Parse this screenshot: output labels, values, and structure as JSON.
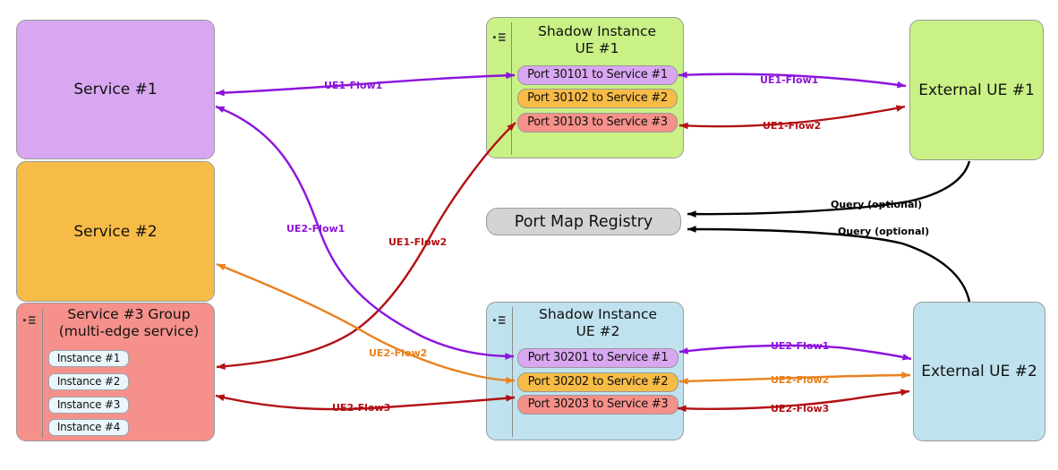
{
  "colors": {
    "purple_fill": "#D9A7F2",
    "orange_fill": "#F7BC47",
    "salmon_fill": "#F5918A",
    "green_fill": "#C9F185",
    "blue_fill": "#BFE2EE",
    "instance_fill": "#EAF6FB",
    "registry_fill": "#D4D4D4",
    "edge_purple": "#8C14DC",
    "edge_orange": "#E8821E",
    "edge_red": "#B21014",
    "edge_black": "#000000"
  },
  "nodes": {
    "service1": {
      "label": "Service #1"
    },
    "service2": {
      "label": "Service #2"
    },
    "service3_group": {
      "title_line1": "Service #3 Group",
      "title_line2": "(multi-edge service)",
      "instances": [
        {
          "label": "Instance #1"
        },
        {
          "label": "Instance #2"
        },
        {
          "label": "Instance #3"
        },
        {
          "label": "Instance #4"
        }
      ]
    },
    "shadow_ue1": {
      "title_line1": "Shadow Instance",
      "title_line2": "UE #1",
      "ports": [
        {
          "label": "Port 30101 to Service #1"
        },
        {
          "label": "Port 30102 to Service #2"
        },
        {
          "label": "Port 30103 to Service #3"
        }
      ]
    },
    "shadow_ue2": {
      "title_line1": "Shadow Instance",
      "title_line2": "UE #2",
      "ports": [
        {
          "label": "Port 30201 to Service #1"
        },
        {
          "label": "Port 30202 to Service #2"
        },
        {
          "label": "Port 30203 to Service #3"
        }
      ]
    },
    "registry": {
      "label": "Port Map Registry"
    },
    "external_ue1": {
      "label": "External UE #1"
    },
    "external_ue2": {
      "label": "External UE #2"
    }
  },
  "edges": [
    {
      "id": "ue1-flow1-service-side",
      "from": "Service #1",
      "to": "Port 30101 to Service #1",
      "label": "UE1-Flow1",
      "color": "#8C14DC",
      "bidirectional": true
    },
    {
      "id": "ue1-flow1-external-side",
      "from": "Port 30101 to Service #1",
      "to": "External UE #1",
      "label": "UE1-Flow1",
      "color": "#8C14DC",
      "bidirectional": true
    },
    {
      "id": "ue1-flow2-service-side",
      "from": "Service #3 Group",
      "to": "Port 30103 to Service #3",
      "label": "UE1-Flow2",
      "color": "#B21014",
      "bidirectional": true
    },
    {
      "id": "ue1-flow2-external-side",
      "from": "Port 30103 to Service #3",
      "to": "External UE #1",
      "label": "UE1-Flow2",
      "color": "#B21014",
      "bidirectional": true
    },
    {
      "id": "ue2-flow1-service-side",
      "from": "Service #1",
      "to": "Port 30201 to Service #1",
      "label": "UE2-Flow1",
      "color": "#8C14DC",
      "bidirectional": true
    },
    {
      "id": "ue2-flow1-external-side",
      "from": "Port 30201 to Service #1",
      "to": "External UE #2",
      "label": "UE2-Flow1",
      "color": "#8C14DC",
      "bidirectional": true
    },
    {
      "id": "ue2-flow2-service-side",
      "from": "Service #2",
      "to": "Port 30202 to Service #2",
      "label": "UE2-Flow2",
      "color": "#E8821E",
      "bidirectional": true
    },
    {
      "id": "ue2-flow2-external-side",
      "from": "Port 30202 to Service #2",
      "to": "External UE #2",
      "label": "UE2-Flow2",
      "color": "#E8821E",
      "bidirectional": true
    },
    {
      "id": "ue2-flow3-service-side",
      "from": "Service #3 Group",
      "to": "Port 30203 to Service #3",
      "label": "UE2-Flow3",
      "color": "#B21014",
      "bidirectional": true
    },
    {
      "id": "ue2-flow3-external-side",
      "from": "Port 30203 to Service #3",
      "to": "External UE #2",
      "label": "UE2-Flow3",
      "color": "#B21014",
      "bidirectional": true
    },
    {
      "id": "query-ue1",
      "from": "External UE #1",
      "to": "Port Map Registry",
      "label": "Query (optional)",
      "color": "#000000",
      "bidirectional": false
    },
    {
      "id": "query-ue2",
      "from": "External UE #2",
      "to": "Port Map Registry",
      "label": "Query (optional)",
      "color": "#000000",
      "bidirectional": false
    }
  ]
}
